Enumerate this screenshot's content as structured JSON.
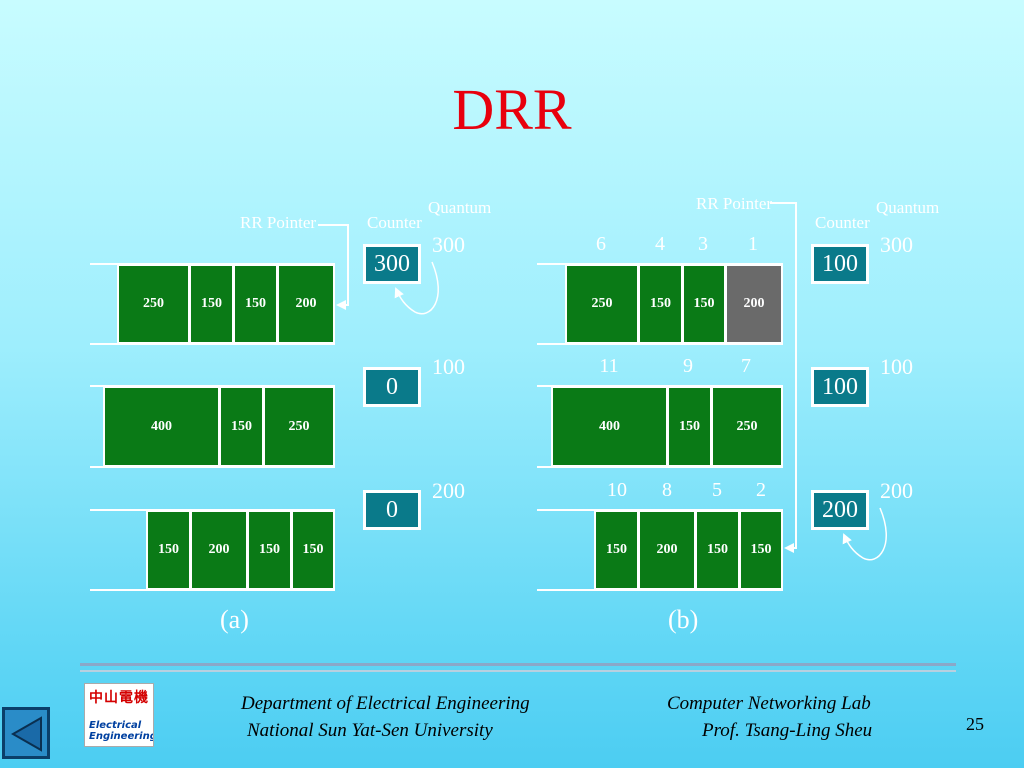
{
  "title": "DRR",
  "labels": {
    "rr_pointer": "RR Pointer",
    "counter": "Counter",
    "quantum": "Quantum"
  },
  "panels": {
    "a": {
      "caption": "(a)",
      "queues": [
        {
          "packets": [
            "250",
            "150",
            "150",
            "200"
          ],
          "counter": "300",
          "quantum": "300",
          "order": []
        },
        {
          "packets": [
            "400",
            "150",
            "250"
          ],
          "counter": "0",
          "quantum": "100",
          "order": []
        },
        {
          "packets": [
            "150",
            "200",
            "150",
            "150"
          ],
          "counter": "0",
          "quantum": "200",
          "order": []
        }
      ]
    },
    "b": {
      "caption": "(b)",
      "queues": [
        {
          "packets": [
            "250",
            "150",
            "150",
            "200"
          ],
          "counter": "100",
          "quantum": "300",
          "order": [
            "6",
            "4",
            "3",
            "1"
          ]
        },
        {
          "packets": [
            "400",
            "150",
            "250"
          ],
          "counter": "100",
          "quantum": "100",
          "order": [
            "11",
            "9",
            "7"
          ]
        },
        {
          "packets": [
            "150",
            "200",
            "150",
            "150"
          ],
          "counter": "200",
          "quantum": "200",
          "order": [
            "10",
            "8",
            "5",
            "2"
          ]
        }
      ]
    }
  },
  "footer": {
    "dept": "Department of Electrical Engineering",
    "univ": "National Sun Yat-Sen University",
    "lab": "Computer Networking Lab",
    "prof": "Prof. Tsang-Ling Sheu",
    "page": "25",
    "logo_cn": "中山電機",
    "logo_en1": "Electrical",
    "logo_en2": "Engineering"
  }
}
